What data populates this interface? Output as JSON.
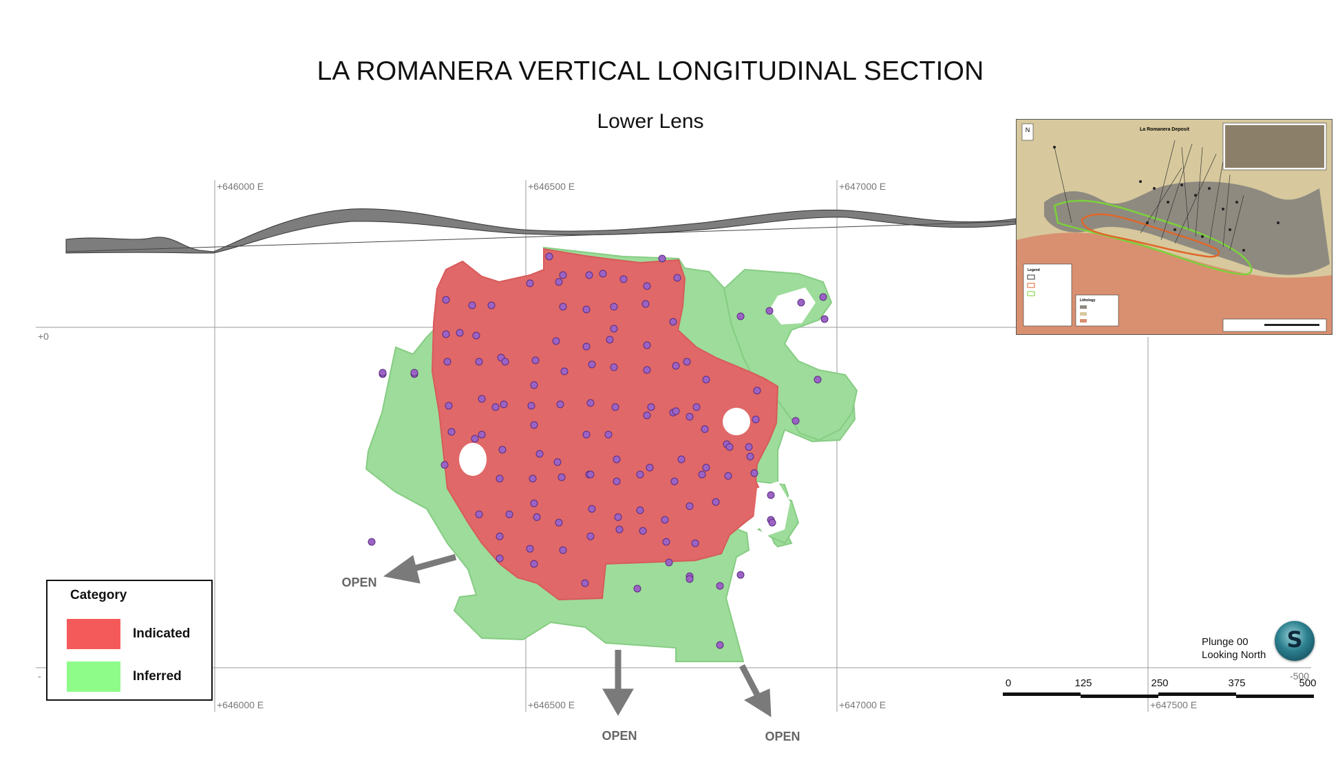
{
  "title": "LA ROMANERA VERTICAL LONGITUDINAL SECTION",
  "subtitle": "Lower Lens",
  "grid": {
    "top_eastings": [
      "+646000 E",
      "+646500 E",
      "+647000 E"
    ],
    "bottom_eastings": [
      "+646000 E",
      "+646500 E",
      "+647000 E",
      "+647500 E"
    ],
    "elevation_top": "+0",
    "elevation_bottom_left": "-",
    "elevation_bottom_right": "-500"
  },
  "open_labels": [
    "OPEN",
    "OPEN",
    "OPEN"
  ],
  "legend": {
    "title": "Category",
    "items": [
      {
        "label": "Indicated",
        "color": "#f55a5a"
      },
      {
        "label": "Inferred",
        "color": "#8dfc88"
      }
    ]
  },
  "view": {
    "plunge": "Plunge 00",
    "looking": "Looking North"
  },
  "logo_letter": "S",
  "scale_bar": {
    "ticks": [
      "0",
      "125",
      "250",
      "375",
      "500"
    ]
  },
  "colors": {
    "indicated_fill": "#e06868",
    "inferred_fill": "#9ddc9a",
    "drill_point": "#9b63c4",
    "grid_line": "#9a9a9a",
    "arrow": "#7a7a7a",
    "topography": "#555555"
  },
  "inset_map": {
    "title": "La Romanera Deposit",
    "north_label": "N",
    "legend_title": "Legend",
    "lithology_title": "Lithology"
  }
}
